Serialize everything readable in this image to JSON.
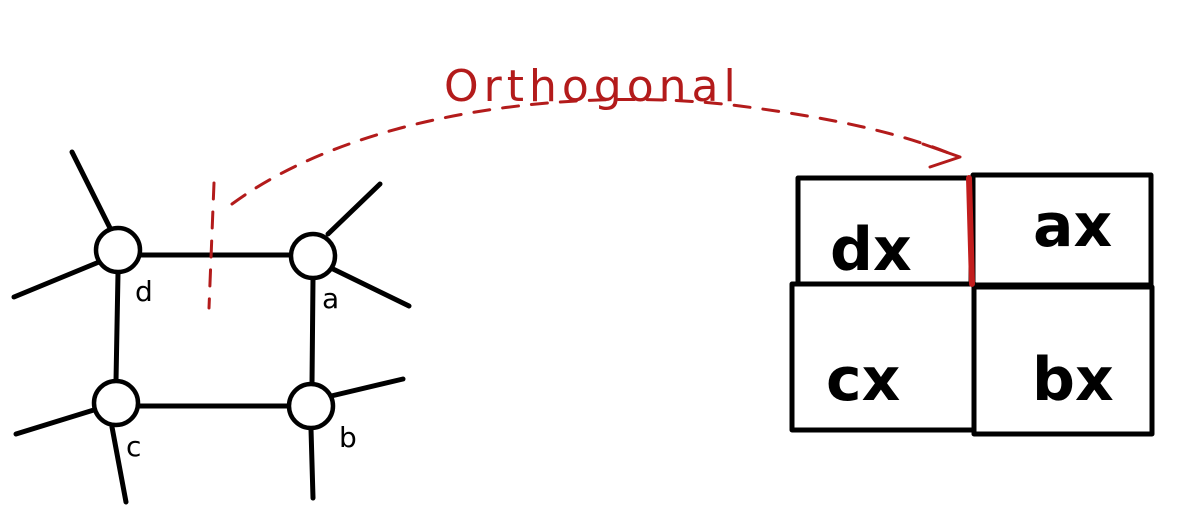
{
  "graph": {
    "nodes": [
      {
        "id": "d",
        "label": "d"
      },
      {
        "id": "a",
        "label": "a"
      },
      {
        "id": "c",
        "label": "c"
      },
      {
        "id": "b",
        "label": "b"
      }
    ]
  },
  "annotation": {
    "label": "Orthogonal",
    "color": "#b31b1b"
  },
  "blocks": {
    "cells": [
      {
        "id": "d",
        "label": "dx"
      },
      {
        "id": "a",
        "label": "ax"
      },
      {
        "id": "c",
        "label": "cx"
      },
      {
        "id": "b",
        "label": "bx"
      }
    ],
    "seam_color": "#c21d1d"
  }
}
